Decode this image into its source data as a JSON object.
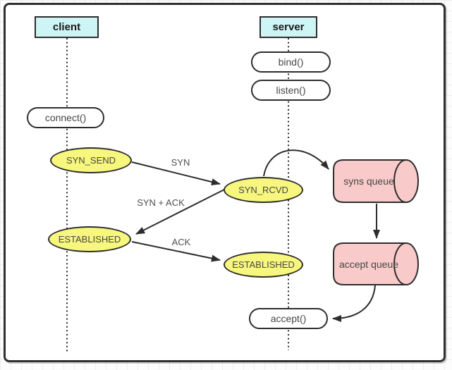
{
  "actors": {
    "client": "client",
    "server": "server"
  },
  "client_flow": {
    "connect": "connect()",
    "syn_send": "SYN_SEND",
    "established": "ESTABLISHED"
  },
  "server_flow": {
    "bind": "bind()",
    "listen": "listen()",
    "syn_rcvd": "SYN_RCVD",
    "established": "ESTABLISHED",
    "accept": "accept()"
  },
  "queues": {
    "syns_queue": "syns queue",
    "accept_queue": "accept queue"
  },
  "messages": {
    "syn": "SYN",
    "syn_ack": "SYN + ACK",
    "ack": "ACK"
  },
  "colors": {
    "actor_fill": "#cdf5f6",
    "state_fill": "#f7f77e",
    "queue_fill": "#f9caca",
    "node_fill": "#ffffff",
    "stroke": "#2d2d2d",
    "actor_text": "#1a1a1a",
    "node_text": "#474747",
    "message_text": "#4f4f4f"
  }
}
